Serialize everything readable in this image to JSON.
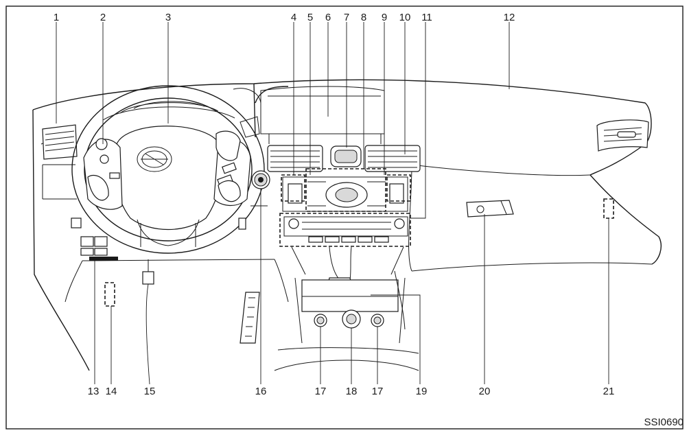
{
  "callouts": [
    "1",
    "2",
    "3",
    "4",
    "5",
    "6",
    "7",
    "8",
    "9",
    "10",
    "11",
    "12",
    "13",
    "14",
    "15",
    "16",
    "17",
    "18",
    "17",
    "19",
    "20",
    "21"
  ],
  "figure_code": "SSI0690"
}
